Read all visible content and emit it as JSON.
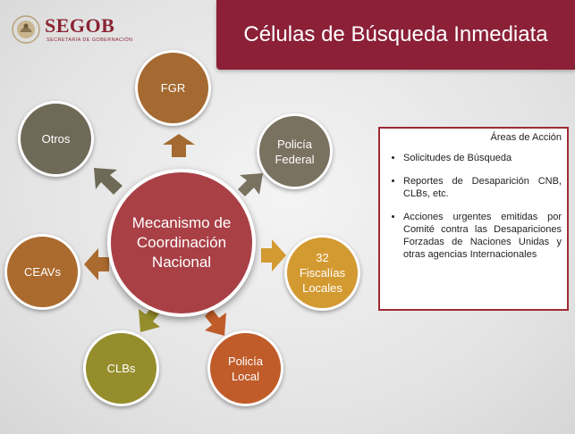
{
  "logo": {
    "name": "SEGOB",
    "subtitle": "SECRETARÍA DE GOBERNACIÓN"
  },
  "title": "Células de Búsqueda Inmediata",
  "center": {
    "label": "Mecanismo de Coordinación Nacional"
  },
  "nodes": [
    {
      "label": "FGR",
      "color": "#a46a31"
    },
    {
      "label": "Policía Federal",
      "color": "#7a7260"
    },
    {
      "label": "32 Fiscalías Locales",
      "color": "#d39a31"
    },
    {
      "label": "Policía Local",
      "color": "#c05c2a"
    },
    {
      "label": "CLBs",
      "color": "#958d2b"
    },
    {
      "label": "CEAVs",
      "color": "#ab6a2e"
    },
    {
      "label": "Otros",
      "color": "#6f6a58"
    }
  ],
  "panel": {
    "heading": "Áreas de Acción",
    "items": [
      "Solicitudes de Búsqueda",
      "Reportes de Desaparición CNB, CLBs, etc.",
      "Acciones urgentes emitidas por Comité contra las Desapariciones Forzadas de Naciones Unidas y otras agencias Internacionales"
    ]
  },
  "colors": {
    "brand": "#8b2037",
    "center": "#a94046"
  }
}
